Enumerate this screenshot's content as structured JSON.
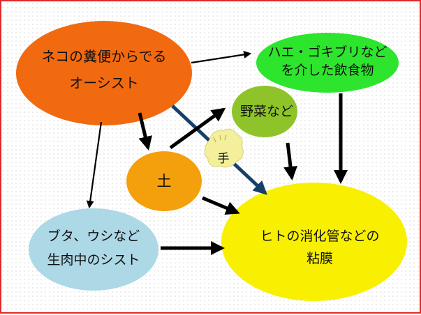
{
  "colors": {
    "border": "#e02a2a",
    "cat": "#f26a10",
    "flies": "#2ee52e",
    "veg": "#8ec42a",
    "soil": "#f4a00c",
    "livestock": "#add8e6",
    "human": "#f8f000",
    "hand": "#f3ef9a",
    "arrow": "#000000",
    "arrow_blue": "#173f6b"
  },
  "nodes": {
    "cat": {
      "line1": "ネコの糞便からでる",
      "line2": "オーシスト"
    },
    "flies": {
      "line1": "ハエ・ゴキブリなど",
      "line2": "を介した飲食物"
    },
    "veg": {
      "label": "野菜など"
    },
    "soil": {
      "label": "土"
    },
    "hand": {
      "label": "手"
    },
    "livestock": {
      "line1": "ブタ、ウシなど",
      "line2": "生肉中のシスト"
    },
    "human": {
      "line1": "ヒトの消化管などの",
      "line2": "粘膜"
    }
  }
}
